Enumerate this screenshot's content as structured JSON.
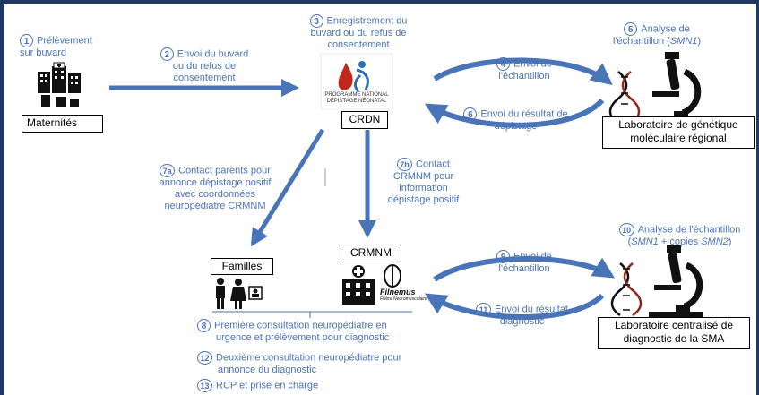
{
  "colors": {
    "frame": "#1f3864",
    "arrow": "#4a74b8",
    "label": "#4a74b8",
    "logo_red": "#c0281c",
    "logo_blue": "#2d6db5"
  },
  "steps": {
    "s1": {
      "num": "1",
      "line1": "Prélèvement",
      "line2": "sur buvard"
    },
    "s2": {
      "num": "2",
      "line1": "Envoi du buvard",
      "line2": "ou du refus de",
      "line3": "consentement"
    },
    "s3": {
      "num": "3",
      "line1": "Enregistrement du",
      "line2": "buvard ou du refus de",
      "line3": "consentement"
    },
    "s4": {
      "num": "4",
      "line1": "Envoi de",
      "line2": "l'échantillon"
    },
    "s5": {
      "num": "5",
      "line1": "Analyse de",
      "line2a": "l'échantillon (",
      "line2b": "SMN1",
      "line2c": ")"
    },
    "s6": {
      "num": "6",
      "line1": "Envoi du résultat de",
      "line2": "dépistage"
    },
    "s7a": {
      "num": "7a",
      "line1": "Contact parents pour",
      "line2": "annonce dépistage positif",
      "line3": "avec coordonnées",
      "line4": "neuropédiatre CRMNM"
    },
    "s7b": {
      "num": "7b",
      "line1": "Contact",
      "line2": "CRMNM pour",
      "line3": "information",
      "line4": "dépistage positif"
    },
    "s8": {
      "num": "8",
      "line1": "Première consultation neuropédiatre en",
      "line2": "urgence et prélèvement pour diagnostic"
    },
    "s9": {
      "num": "9",
      "line1": "Envoi de",
      "line2": "l'échantillon"
    },
    "s10": {
      "num": "10",
      "line1": "Analyse de l'échantillon",
      "line2a": "(",
      "line2b": "SMN1",
      "line2c": " + copies ",
      "line2d": "SMN2",
      "line2e": ")"
    },
    "s11": {
      "num": "11",
      "line1": "Envoi du résultat",
      "line2": "diagnostic"
    },
    "s12": {
      "num": "12",
      "line1": "Deuxième consultation neuropédiatre pour",
      "line2": "annonce du diagnostic"
    },
    "s13": {
      "num": "13",
      "line1": "RCP et prise en charge"
    }
  },
  "boxes": {
    "maternites": "Maternités",
    "crdn": "CRDN",
    "lab_regional_line1": "Laboratoire de génétique",
    "lab_regional_line2": "moléculaire régional",
    "familles": "Familles",
    "crmnm": "CRMNM",
    "lab_sma_line1": "Laboratoire centralisé de",
    "lab_sma_line2": "diagnostic de la SMA"
  },
  "logos": {
    "programme_line1": "PROGRAMME NATIONAL",
    "programme_line2": "DÉPISTAGE NÉONATAL",
    "filnemus": "Filnemus",
    "filnemus_sub": "Filière Neuromusculaire"
  },
  "icons": [
    "hospital-icon",
    "dna-icon",
    "microscope-icon",
    "family-icon",
    "baby-icon"
  ]
}
